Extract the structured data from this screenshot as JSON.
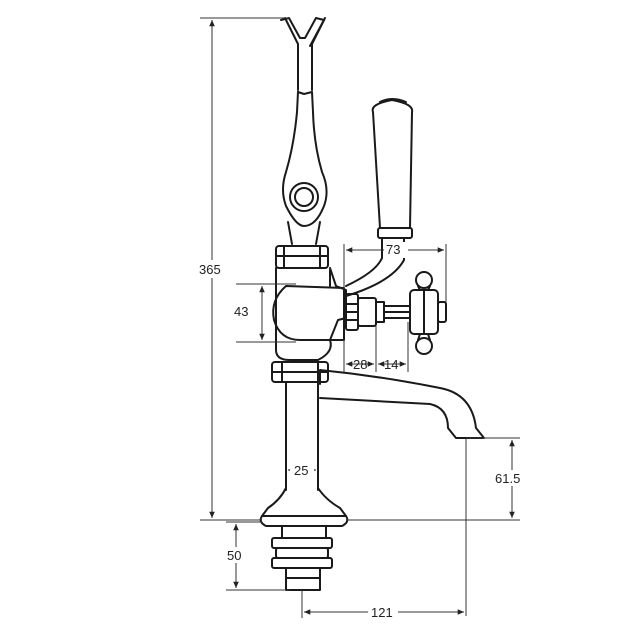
{
  "diagram": {
    "dimensions": {
      "overall_height": "365",
      "body_height": "43",
      "lever_reach": "73",
      "spindle_offset": "28",
      "spindle_length": "14",
      "pillar_diameter": "25",
      "spout_height": "61.5",
      "shank_length": "50",
      "spout_reach": "121"
    }
  }
}
